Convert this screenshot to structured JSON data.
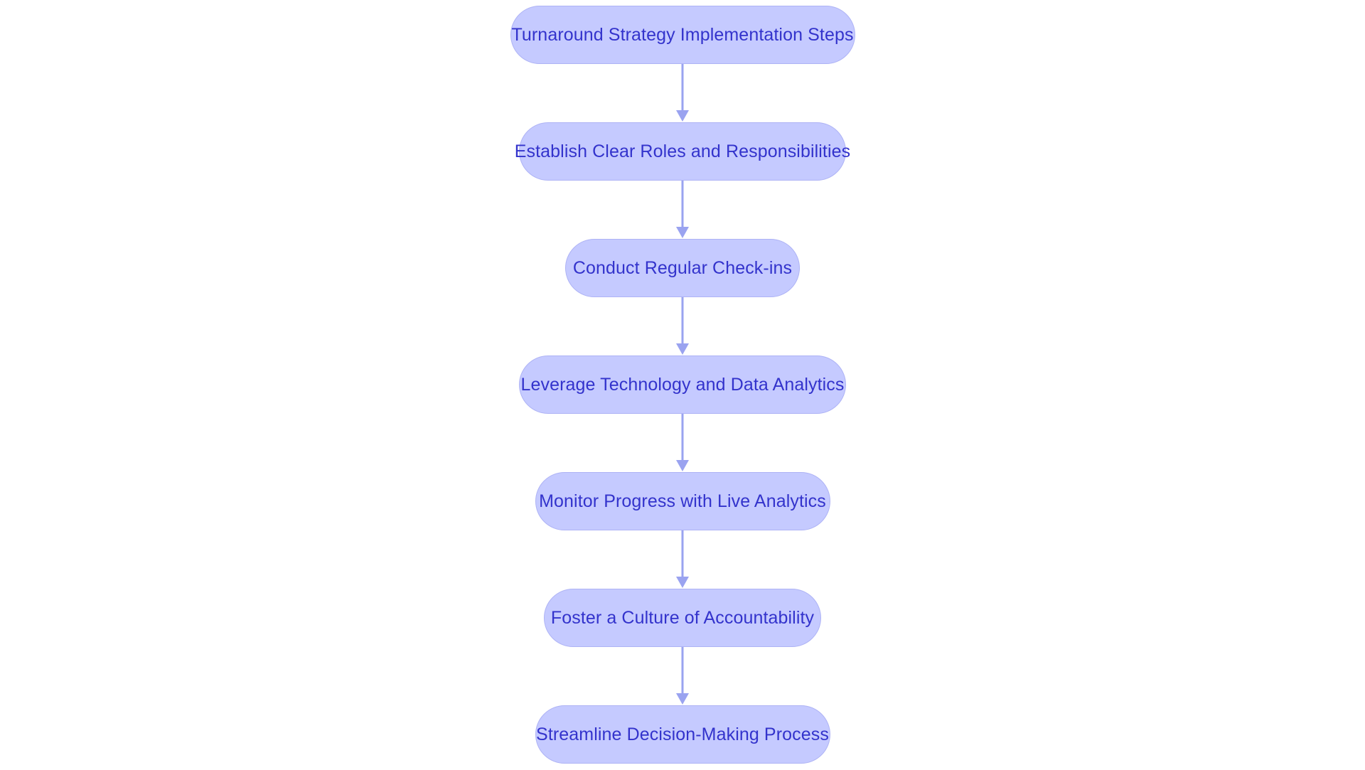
{
  "diagram": {
    "type": "flowchart",
    "orientation": "vertical-top-to-bottom",
    "title": "Turnaround Strategy Implementation Steps",
    "background_color": "#ffffff",
    "node_fill_color": "#c5caff",
    "node_border_color": "#aeb3f5",
    "node_text_color": "#3333cc",
    "connector_color": "#9aa3f0",
    "node_shape": "rounded-pill",
    "nodes": [
      {
        "id": "n1",
        "label": "Turnaround Strategy Implementation Steps",
        "order": 1
      },
      {
        "id": "n2",
        "label": "Establish Clear Roles and Responsibilities",
        "order": 2
      },
      {
        "id": "n3",
        "label": "Conduct Regular Check-ins",
        "order": 3
      },
      {
        "id": "n4",
        "label": "Leverage Technology and Data Analytics",
        "order": 4
      },
      {
        "id": "n5",
        "label": "Monitor Progress with Live Analytics",
        "order": 5
      },
      {
        "id": "n6",
        "label": "Foster a Culture of Accountability",
        "order": 6
      },
      {
        "id": "n7",
        "label": "Streamline Decision-Making Process",
        "order": 7
      }
    ],
    "edges": [
      {
        "from": "n1",
        "to": "n2",
        "label": "",
        "arrow": "down"
      },
      {
        "from": "n2",
        "to": "n3",
        "label": "",
        "arrow": "down"
      },
      {
        "from": "n3",
        "to": "n4",
        "label": "",
        "arrow": "down"
      },
      {
        "from": "n4",
        "to": "n5",
        "label": "",
        "arrow": "down"
      },
      {
        "from": "n5",
        "to": "n6",
        "label": "",
        "arrow": "down"
      },
      {
        "from": "n6",
        "to": "n7",
        "label": "",
        "arrow": "down"
      }
    ]
  }
}
